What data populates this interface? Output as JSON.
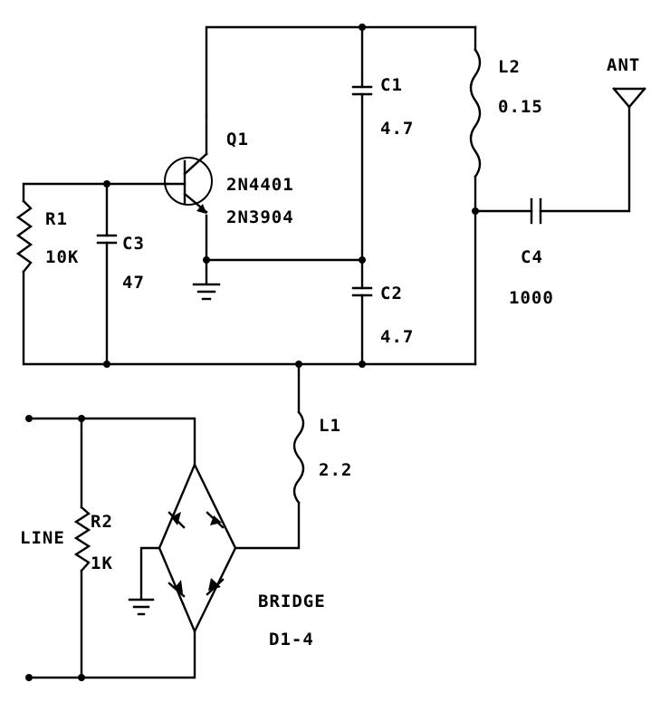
{
  "components": {
    "q1": {
      "ref": "Q1",
      "parts": [
        "2N4401",
        "2N3904"
      ]
    },
    "r1": {
      "ref": "R1",
      "value": "10K"
    },
    "c3": {
      "ref": "C3",
      "value": "47"
    },
    "c1": {
      "ref": "C1",
      "value": "4.7"
    },
    "c2": {
      "ref": "C2",
      "value": "4.7"
    },
    "l2": {
      "ref": "L2",
      "value": "0.15"
    },
    "ant": {
      "ref": "ANT"
    },
    "c4": {
      "ref": "C4",
      "value": "1000"
    },
    "l1": {
      "ref": "L1",
      "value": "2.2"
    },
    "r2": {
      "ref": "R2",
      "value": "1K"
    },
    "line": {
      "label": "LINE"
    },
    "bridge": {
      "label": "BRIDGE",
      "ref": "D1-4"
    }
  },
  "colors": {
    "ink": "#000000",
    "paper": "#ffffff"
  }
}
